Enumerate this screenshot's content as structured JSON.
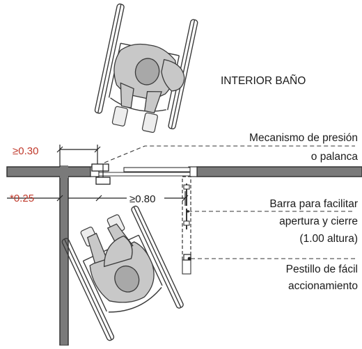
{
  "diagram": {
    "title": "INTERIOR BAÑO",
    "callouts": [
      {
        "line1": "Mecanismo de presión",
        "line2": "o palanca"
      },
      {
        "line1": "Barra para facilitar",
        "line2": "apertura y cierre",
        "line3": "(1.00 altura)"
      },
      {
        "line1": "Pestillo de fácil",
        "line2": "accionamiento"
      }
    ],
    "dimensions": {
      "side_clearance": "≥0.30",
      "wall_thickness": "*0.25",
      "door_width": "≥0.80"
    },
    "colors": {
      "dimension_red": "#c0392b",
      "wall": "#7a7a7a",
      "figure": "#c8c8c8"
    }
  }
}
